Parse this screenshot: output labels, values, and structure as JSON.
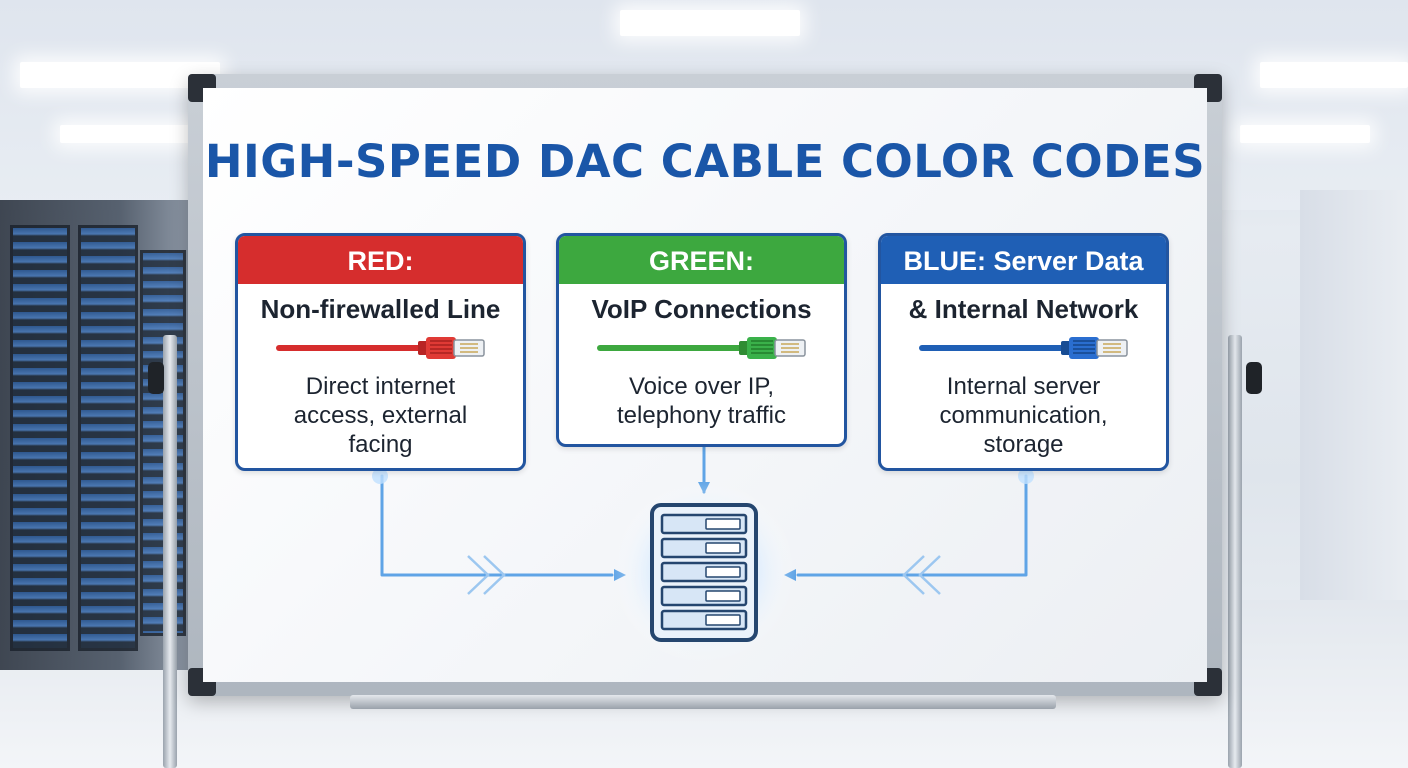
{
  "title": "HIGH-SPEED DAC CABLE COLOR CODES",
  "cards": [
    {
      "header": "RED:",
      "subtitle": "Non-firewalled Line",
      "desc": [
        "Direct internet",
        "access, external",
        "facing"
      ],
      "color": "#d62d2d",
      "connector": "#e03a35"
    },
    {
      "header": "GREEN:",
      "subtitle": "VoIP Connections",
      "desc": [
        "Voice over IP,",
        "telephony traffic"
      ],
      "color": "#3da83f",
      "connector": "#3ab14a"
    },
    {
      "header": "BLUE: Server Data",
      "subtitle": "& Internal Network",
      "desc": [
        "Internal server",
        "communication,",
        "storage"
      ],
      "color": "#1f5fb5",
      "connector": "#2a6ed0"
    }
  ],
  "colors": {
    "title": "#1a56a8",
    "frame": "#2255a0",
    "flow": "#5fa4e6"
  },
  "icons": [
    "ethernet-cable-icon",
    "server-rack-icon",
    "double-chevron-right-icon",
    "double-chevron-left-icon"
  ]
}
